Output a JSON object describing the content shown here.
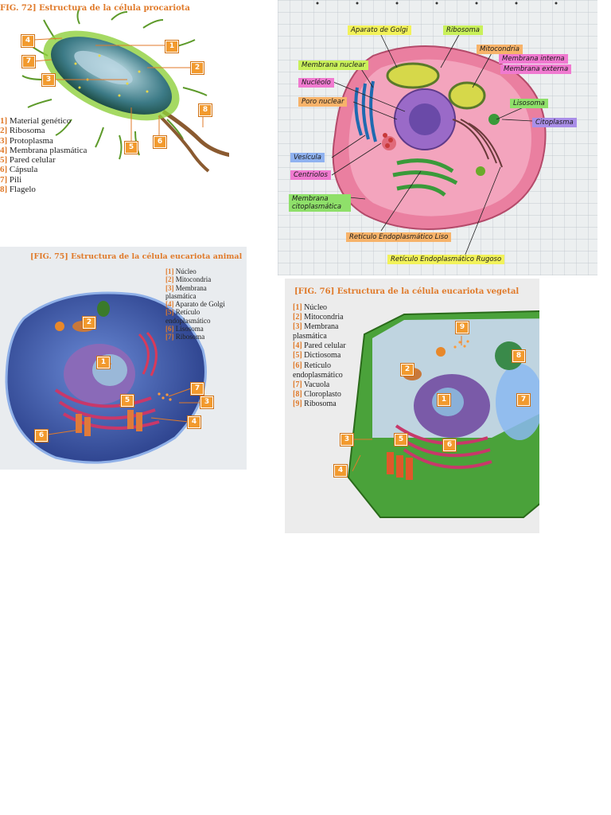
{
  "prokaryote": {
    "title": "FIG. 72] Estructura de la célula procariota",
    "legend": [
      {
        "n": "1]",
        "label": "Material genético"
      },
      {
        "n": "2]",
        "label": "Ribosoma"
      },
      {
        "n": "3]",
        "label": "Protoplasma"
      },
      {
        "n": "4]",
        "label": "Membrana plasmática"
      },
      {
        "n": "5]",
        "label": "Pared celular"
      },
      {
        "n": "6]",
        "label": "Cápsula"
      },
      {
        "n": "7]",
        "label": "Pili"
      },
      {
        "n": "8]",
        "label": "Flagelo"
      }
    ],
    "badges": [
      "4",
      "1",
      "7",
      "2",
      "3",
      "8",
      "5",
      "6"
    ]
  },
  "handdrawn": {
    "labels": {
      "golgi": "Aparato de Golgi",
      "ribosoma": "Ribosoma",
      "mitocondria": "Mitocondria",
      "membrana_interna": "Membrana interna",
      "membrana_externa": "Membrana externa",
      "membrana_nuclear": "Membrana nuclear",
      "nucleolo": "Nucléolo",
      "poro_nuclear": "Poro nuclear",
      "lisosoma": "Lisosoma",
      "citoplasma": "Citoplasma",
      "vesicula": "Vesícula",
      "centriolos": "Centriolos",
      "membrana_cito": "Membrana citoplasmática",
      "re_liso": "Retículo Endoplasmático Liso",
      "re_rugoso": "Retículo Endoplasmático Rugoso"
    },
    "colors": {
      "yellow": "#f2f25a",
      "green": "#8fe06a",
      "pink": "#f07ad0",
      "purple": "#a98ee8",
      "orange": "#f7b36a",
      "blue": "#8fb2f0",
      "lime": "#c9f05a"
    }
  },
  "animal": {
    "title": "[FIG. 75] Estructura de la célula eucariota animal",
    "legend": [
      {
        "n": "[1]",
        "label": "Núcleo"
      },
      {
        "n": "[2]",
        "label": "Mitocondria"
      },
      {
        "n": "[3]",
        "label": "Membrana"
      },
      {
        "n": "",
        "label": "plasmática"
      },
      {
        "n": "[4]",
        "label": "Aparato de Golgi"
      },
      {
        "n": "[5]",
        "label": "Retículo"
      },
      {
        "n": "",
        "label": "endoplasmático"
      },
      {
        "n": "[6]",
        "label": "Lisosoma"
      },
      {
        "n": "[7]",
        "label": "Ribosoma"
      }
    ],
    "badges": [
      "2",
      "1",
      "7",
      "5",
      "3",
      "4",
      "6"
    ]
  },
  "plant": {
    "title": "[FIG. 76] Estructura de la célula eucariota vegetal",
    "legend": [
      {
        "n": "[1]",
        "label": "Núcleo"
      },
      {
        "n": "[2]",
        "label": "Mitocondria"
      },
      {
        "n": "[3]",
        "label": "Membrana"
      },
      {
        "n": "",
        "label": "plasmática"
      },
      {
        "n": "[4]",
        "label": "Pared celular"
      },
      {
        "n": "[5]",
        "label": "Dictiosoma"
      },
      {
        "n": "[6]",
        "label": "Retículo"
      },
      {
        "n": "",
        "label": "endoplasmático"
      },
      {
        "n": "[7]",
        "label": "Vacuola"
      },
      {
        "n": "[8]",
        "label": "Cloroplasto"
      },
      {
        "n": "[9]",
        "label": "Ribosoma"
      }
    ],
    "badges": [
      "9",
      "8",
      "2",
      "1",
      "7",
      "3",
      "5",
      "6",
      "4"
    ]
  }
}
